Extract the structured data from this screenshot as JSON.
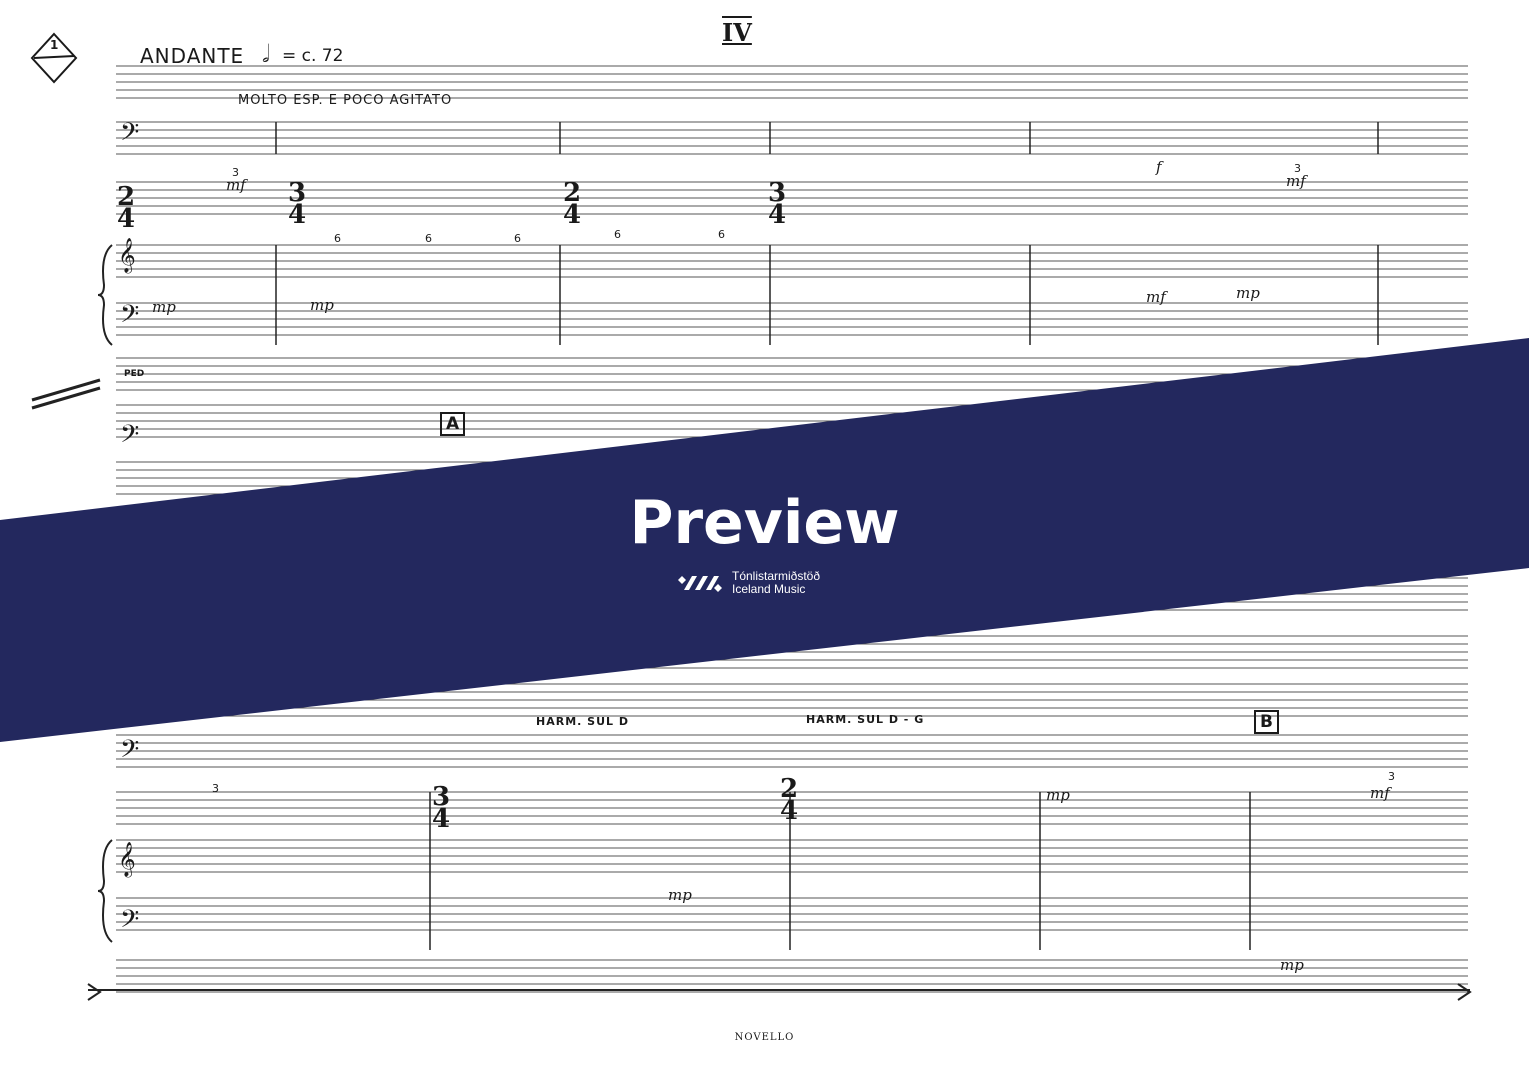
{
  "score": {
    "movement": "IV",
    "rehearsal_number": "1",
    "tempo_text": "ANDANTE",
    "tempo_value": "= c. 72",
    "expression": "MOLTO ESP. E POCO AGITATO",
    "time_signatures": {
      "two_four": [
        "2",
        "4"
      ],
      "three_four": [
        "3",
        "4"
      ]
    },
    "dynamics": {
      "mf": "mf",
      "mp": "mp",
      "f": "f"
    },
    "pedal": "PED",
    "rehearsal_marks": [
      "A",
      "B"
    ],
    "harmonics": [
      "HARM. SUL D",
      "HARM. SUL D - G"
    ],
    "tuplets": {
      "six": "6",
      "three": "3"
    }
  },
  "banner": {
    "title": "Preview",
    "logo_line1": "Tónlistarmiðstöð",
    "logo_line2": "Iceland Music",
    "color": "#23285e"
  },
  "publisher": "NOVELLO"
}
